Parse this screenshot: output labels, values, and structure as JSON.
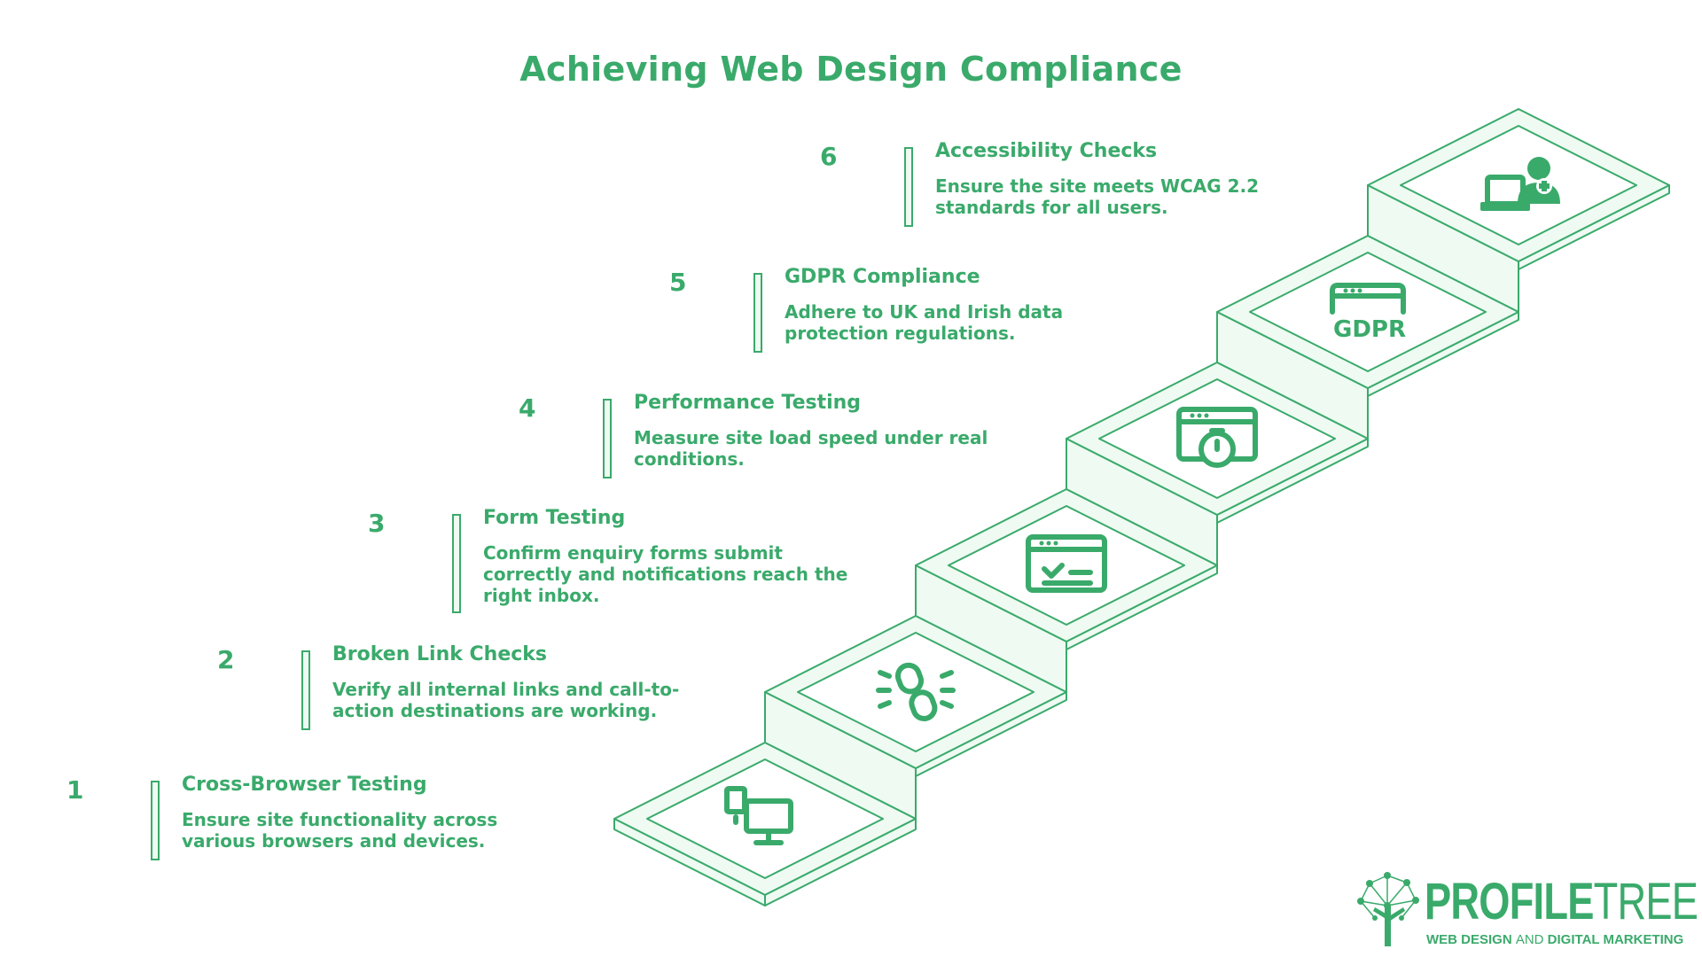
{
  "title": "Achieving Web Design Compliance",
  "accent_color": "#3aaa6b",
  "light_fill": "#eefaf2",
  "steps": [
    {
      "number": "1",
      "heading": "Cross-Browser Testing",
      "description": "Ensure site functionality across various browsers and devices.",
      "icon": "devices-icon"
    },
    {
      "number": "2",
      "heading": "Broken Link Checks",
      "description": "Verify all internal links and call-to-action destinations are working.",
      "icon": "link-icon"
    },
    {
      "number": "3",
      "heading": "Form Testing",
      "description": "Confirm enquiry forms submit correctly and notifications reach the right inbox.",
      "icon": "form-check-icon"
    },
    {
      "number": "4",
      "heading": "Performance Testing",
      "description": "Measure site load speed under real conditions.",
      "icon": "stopwatch-icon"
    },
    {
      "number": "5",
      "heading": "GDPR Compliance",
      "description": "Adhere to UK and Irish data protection regulations.",
      "icon": "gdpr-icon",
      "icon_text": "GDPR"
    },
    {
      "number": "6",
      "heading": "Accessibility Checks",
      "description": "Ensure the site meets WCAG 2.2 standards for all users.",
      "icon": "accessibility-user-icon"
    }
  ],
  "logo": {
    "name_part1": "PROFILE",
    "name_part2": "TREE",
    "tagline_part1": "WEB DESIGN ",
    "tagline_part2": "AND",
    "tagline_part3": " DIGITAL MARKETING"
  }
}
